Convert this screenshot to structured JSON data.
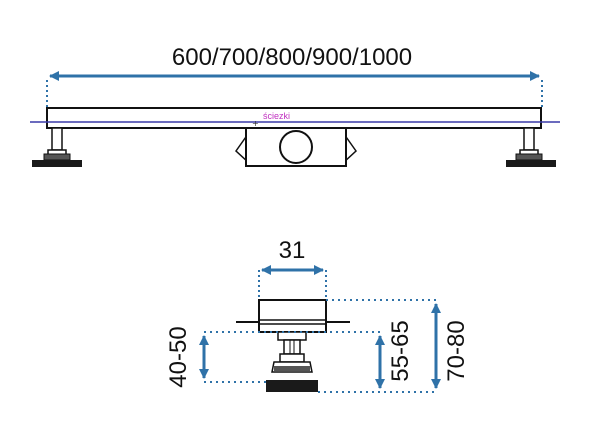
{
  "labels": {
    "length": "600/700/800/900/1000",
    "note": "ściezki",
    "width": "31",
    "foot_height": "40-50",
    "mid_height": "55-65",
    "total_height": "70-80"
  },
  "colors": {
    "dimension": "#2f72a8",
    "outline": "#111111",
    "foot": "#1a1a1a",
    "note": "#c030c0",
    "axis_line": "#3a3aa8"
  }
}
